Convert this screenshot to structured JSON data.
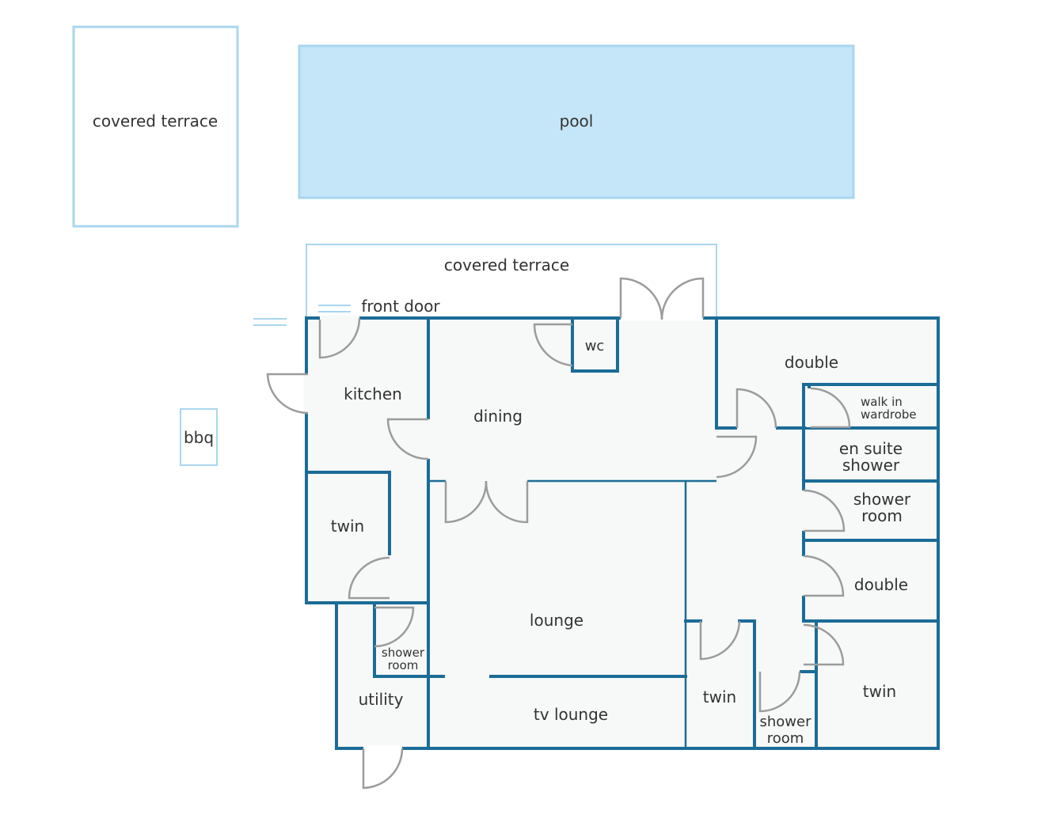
{
  "rooms": {
    "covered_terrace_outer": "covered terrace",
    "pool": "pool",
    "covered_terrace_front": "covered terrace",
    "front_door": "front door",
    "bbq": "bbq",
    "kitchen": "kitchen",
    "dining": "dining",
    "wc": "wc",
    "double_top": "double",
    "walk_in_wardrobe": [
      "walk in",
      "wardrobe"
    ],
    "en_suite_shower": [
      "en suite",
      "shower"
    ],
    "shower_room_right": [
      "shower",
      "room"
    ],
    "double_right": "double",
    "twin_left": "twin",
    "shower_room_small": [
      "shower",
      "room"
    ],
    "utility": "utility",
    "lounge": "lounge",
    "tv_lounge": "tv lounge",
    "twin_middle": "twin",
    "shower_room_bottom": [
      "shower",
      "room"
    ],
    "twin_right": "twin"
  },
  "colors": {
    "wall": "#1b6c97",
    "outdoor_outline": "#a9d6ef",
    "pool_fill": "#c5e6f8",
    "floor_fill": "#f7f8f8",
    "door": "#9c9c9c",
    "text": "#333333"
  }
}
